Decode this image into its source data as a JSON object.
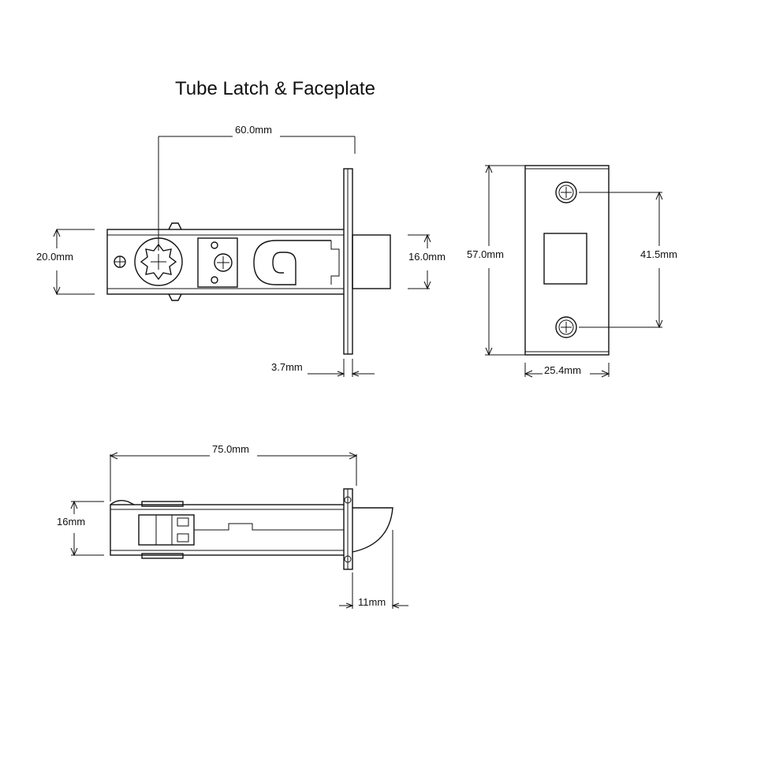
{
  "title": "Tube Latch & Faceplate",
  "dimensions": {
    "backset": "60.0mm",
    "tube_diameter": "20.0mm",
    "latch_height": "16.0mm",
    "faceplate_thickness": "3.7mm",
    "faceplate_height": "57.0mm",
    "screw_centres": "41.5mm",
    "faceplate_width": "25.4mm",
    "overall_length": "75.0mm",
    "latch_bolt_height": "16mm",
    "latch_projection": "11mm"
  }
}
